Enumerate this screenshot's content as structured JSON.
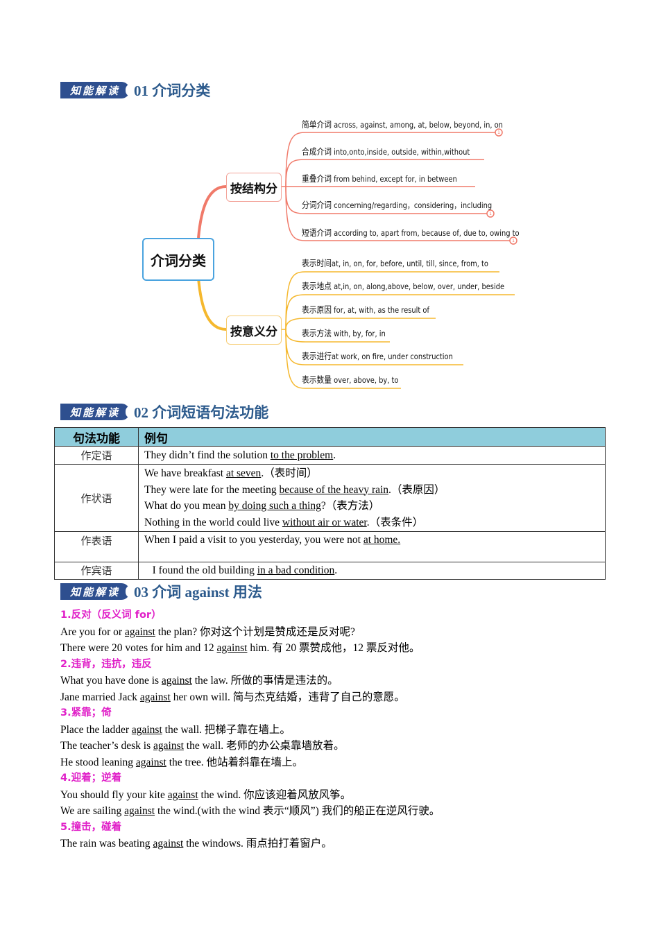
{
  "badge_label": "知能解读",
  "sections": [
    {
      "title": "01 介词分类"
    },
    {
      "title": "02 介词短语句法功能"
    },
    {
      "title": "03 介词 against 用法"
    }
  ],
  "mindmap": {
    "root": "介词分类",
    "branches": [
      {
        "label": "按结构分",
        "color": "#f07a6a",
        "leaves": [
          {
            "cn": "简单介词",
            "en": " across,  against, among, at, below, beyond, in, on",
            "marker": "1"
          },
          {
            "cn": "合成介词",
            "en": " into,onto,inside, outside, within,without",
            "marker": ""
          },
          {
            "cn": "重叠介词",
            "en": " from behind, except for, in between",
            "marker": ""
          },
          {
            "cn": "分词介词",
            "en": " concerning/regarding，considering，including",
            "marker": "1"
          },
          {
            "cn": "短语介词",
            "en": " according to, apart from, because of,  due to, owing to",
            "marker": "1"
          }
        ]
      },
      {
        "label": "按意义分",
        "color": "#f5b82e",
        "leaves": [
          {
            "cn": "表示时间",
            "en": "at, in, on, for, before, until, till, since, from, to"
          },
          {
            "cn": "表示地点",
            "en": " at,in, on, along,above, below, over, under, beside"
          },
          {
            "cn": "表示原因",
            "en": " for, at, with, as the result of"
          },
          {
            "cn": "表示方法",
            "en": " with, by, for, in"
          },
          {
            "cn": "表示进行",
            "en": "at work, on fire, under construction"
          },
          {
            "cn": "表示数量",
            "en": " over, above, by, to"
          }
        ]
      }
    ]
  },
  "table": {
    "headers": [
      "句法功能",
      "例句"
    ],
    "rows": [
      {
        "func": "作定语",
        "lines": [
          {
            "pre": "They didn’t find the solution ",
            "u": "to the problem",
            "post": "."
          }
        ]
      },
      {
        "func": "作状语",
        "lines": [
          {
            "pre": "We have breakfast ",
            "u": "at seven",
            "post": ".（表时间）"
          },
          {
            "pre": "They were late for the meeting ",
            "u": "because of the heavy rain",
            "post": ".（表原因）"
          },
          {
            "pre": "What do you mean ",
            "u": "by doing such a thing",
            "post": "?（表方法）"
          },
          {
            "pre": "Nothing in the world could live ",
            "u": "without air or water",
            "post": ".（表条件）"
          }
        ]
      },
      {
        "func": "作表语",
        "lines": [
          {
            "pre": "When I paid a visit to you yesterday, you were not ",
            "u": "at home.",
            "post": ""
          }
        ]
      },
      {
        "func": "作宾语",
        "lines": [
          {
            "pre": "   I found the old building ",
            "u": "in a bad condition",
            "post": "."
          }
        ]
      }
    ]
  },
  "against_usage": [
    {
      "heading": "1.反对（反义词 for）",
      "examples": [
        {
          "pre": "Are you for or ",
          "u": "against",
          "post": " the plan? 你对这个计划是赞成还是反对呢?"
        },
        {
          "pre": "There were 20 votes for him and 12 ",
          "u": "against",
          "post": " him. 有 20 票赞成他，12 票反对他。"
        }
      ]
    },
    {
      "heading": "2.违背，违抗，违反",
      "examples": [
        {
          "pre": "What you have done is ",
          "u": "against",
          "post": " the law. 所做的事情是违法的。"
        },
        {
          "pre": "Jane married Jack ",
          "u": "against",
          "post": " her own will. 简与杰克结婚，违背了自己的意愿。"
        }
      ]
    },
    {
      "heading": "3.紧靠；倚",
      "examples": [
        {
          "pre": "Place the ladder ",
          "u": "against",
          "post": " the wall. 把梯子靠在墙上。"
        },
        {
          "pre": "The teacher’s desk is ",
          "u": "against",
          "post": " the wall. 老师的办公桌靠墙放着。"
        },
        {
          "pre": "He stood leaning ",
          "u": "against",
          "post": " the tree. 他站着斜靠在墙上。"
        }
      ]
    },
    {
      "heading": "4.迎着；逆着",
      "examples": [
        {
          "pre": "You should fly your kite ",
          "u": "against",
          "post": " the wind. 你应该迎着风放风筝。"
        },
        {
          "pre": "We are sailing ",
          "u": "against",
          "post": " the wind.(with the wind 表示“顺风”) 我们的船正在逆风行驶。"
        }
      ]
    },
    {
      "heading": "5.撞击，碰着",
      "examples": [
        {
          "pre": "The rain was beating ",
          "u": "against",
          "post": " the windows. 雨点拍打着窗户。"
        }
      ]
    }
  ]
}
